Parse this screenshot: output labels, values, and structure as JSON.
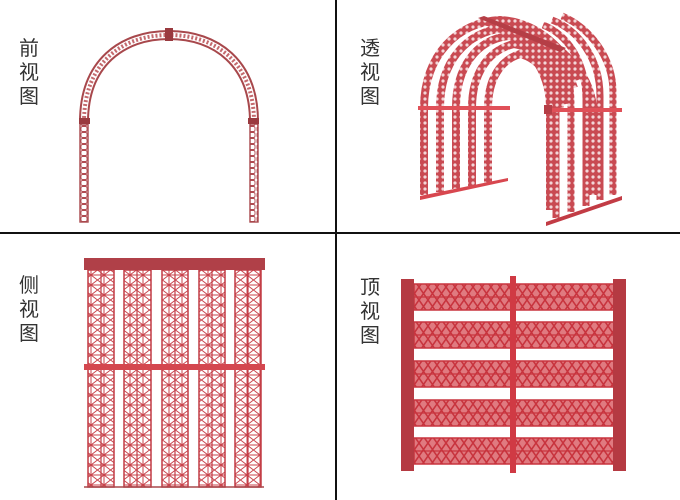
{
  "panels": {
    "front": {
      "label_chars": [
        "前",
        "视",
        "图"
      ],
      "label": "前视图",
      "view": "front-view"
    },
    "perspective": {
      "label_chars": [
        "透",
        "视",
        "图"
      ],
      "label": "透视图",
      "view": "perspective-view"
    },
    "side": {
      "label_chars": [
        "侧",
        "视",
        "图"
      ],
      "label": "侧视图",
      "view": "side-view"
    },
    "top": {
      "label_chars": [
        "顶",
        "视",
        "图"
      ],
      "label": "顶视图",
      "view": "top-view"
    }
  },
  "colors": {
    "truss": "#b04a50",
    "truss_bright": "#d6474e",
    "truss_dark": "#8f3236",
    "divider": "#111111",
    "label_text": "#333333"
  },
  "structure": {
    "arch_count": 5,
    "side_columns": 5,
    "top_bands": 5
  }
}
